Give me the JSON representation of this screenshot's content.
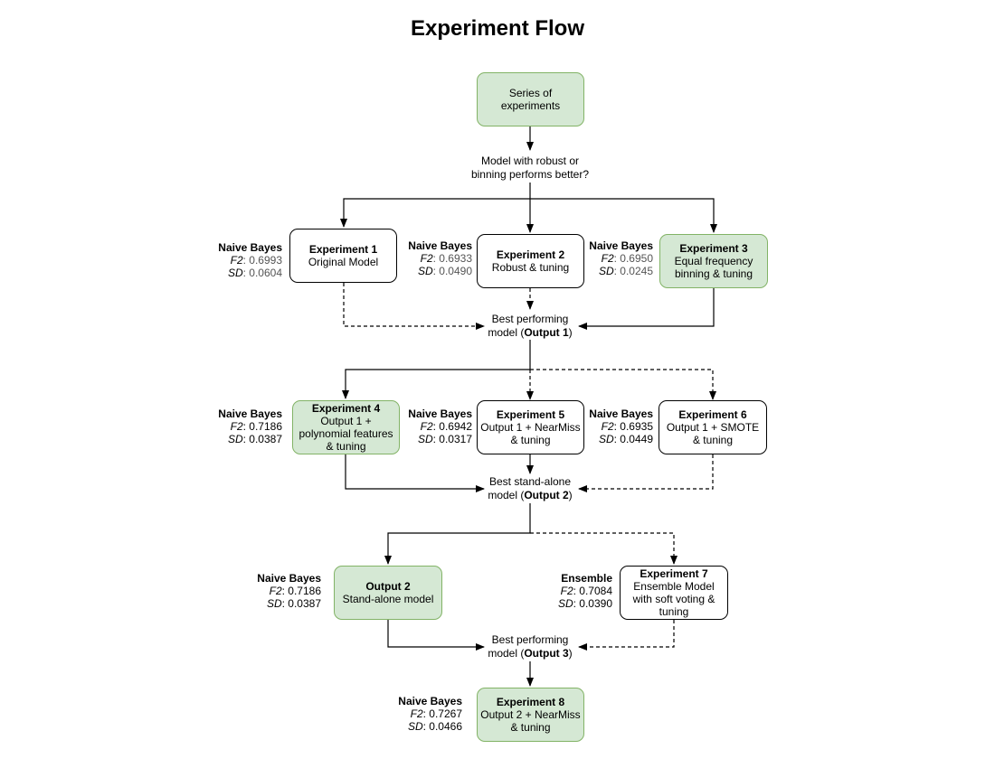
{
  "title": "Experiment Flow",
  "colors": {
    "green_fill": "#d5e8d4",
    "green_stroke": "#82b366",
    "line": "#000000"
  },
  "start": {
    "label": "Series of experiments"
  },
  "question": {
    "line1": "Model with robust or",
    "line2": "binning performs better?"
  },
  "experiments": [
    {
      "title": "Experiment 1",
      "subtitle": "Original Model",
      "model": "Naive Bayes",
      "f2_label": "F2",
      "f2": "0.6993",
      "sd_label": "SD",
      "sd": "0.0604"
    },
    {
      "title": "Experiment 2",
      "subtitle": "Robust & tuning",
      "model": "Naive Bayes",
      "f2_label": "F2",
      "f2": "0.6933",
      "sd_label": "SD",
      "sd": "0.0490"
    },
    {
      "title": "Experiment 3",
      "subtitle": "Equal frequency binning & tuning",
      "model": "Naive Bayes",
      "f2_label": "F2",
      "f2": "0.6950",
      "sd_label": "SD",
      "sd": "0.0245"
    },
    {
      "title": "Experiment 4",
      "subtitle": "Output 1 + polynomial features & tuning",
      "model": "Naive Bayes",
      "f2_label": "F2",
      "f2": "0.7186",
      "sd_label": "SD",
      "sd": "0.0387"
    },
    {
      "title": "Experiment 5",
      "subtitle": "Output 1 + NearMiss & tuning",
      "model": "Naive Bayes",
      "f2_label": "F2",
      "f2": "0.6942",
      "sd_label": "SD",
      "sd": "0.0317"
    },
    {
      "title": "Experiment 6",
      "subtitle": "Output 1 + SMOTE & tuning",
      "model": "Naive Bayes",
      "f2_label": "F2",
      "f2": "0.6935",
      "sd_label": "SD",
      "sd": "0.0449"
    },
    {
      "title": "Output 2",
      "subtitle": "Stand-alone model",
      "model": "Naive Bayes",
      "f2_label": "F2",
      "f2": "0.7186",
      "sd_label": "SD",
      "sd": "0.0387"
    },
    {
      "title": "Experiment 7",
      "subtitle": "Ensemble Model with soft voting & tuning",
      "model": "Ensemble",
      "f2_label": "F2",
      "f2": "0.7084",
      "sd_label": "SD",
      "sd": "0.0390"
    },
    {
      "title": "Experiment 8",
      "subtitle": "Output 2 + NearMiss & tuning",
      "model": "Naive Bayes",
      "f2_label": "F2",
      "f2": "0.7267",
      "sd_label": "SD",
      "sd": "0.0466"
    }
  ],
  "outputs": [
    {
      "prefix": "Best performing",
      "pre": "model (",
      "name": "Output 1",
      "post": ")"
    },
    {
      "prefix": "Best stand-alone",
      "pre": "model (",
      "name": "Output 2",
      "post": ")"
    },
    {
      "prefix": "Best performing",
      "pre": "model (",
      "name": "Output 3",
      "post": ")"
    }
  ]
}
